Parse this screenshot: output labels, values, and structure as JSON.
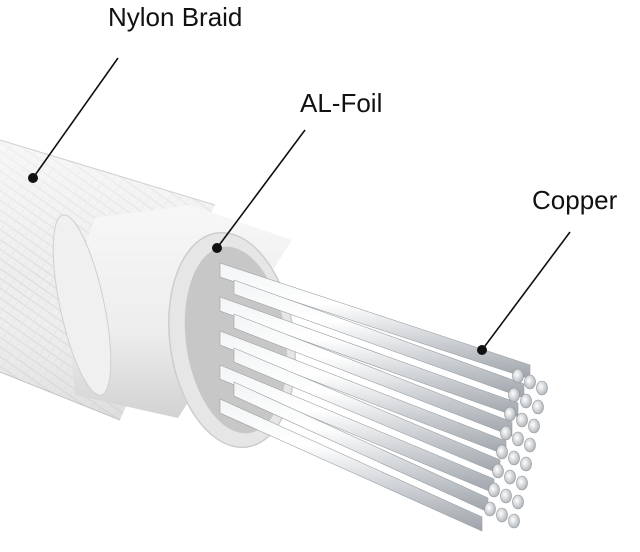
{
  "labels": {
    "nylon_braid": "Nylon Braid",
    "al_foil": "AL-Foil",
    "copper": "Copper"
  },
  "colors": {
    "braid": "#ececec",
    "foil_ring": "#e2e2e2",
    "copper_strand": "#d6dadd",
    "leader_line": "#111111"
  }
}
